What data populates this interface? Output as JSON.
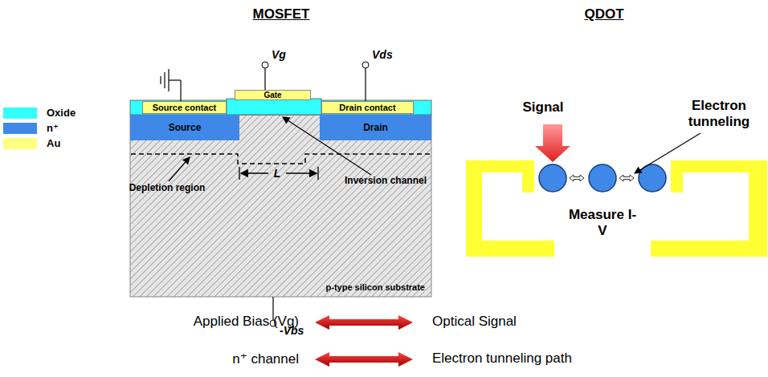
{
  "diagram": {
    "nodes": [
      {
        "text": [
          "Gate"
        ]
      },
      {
        "text": [
          "Source contact"
        ]
      },
      {
        "text": [
          "Drain contact"
        ]
      },
      {
        "text": [
          "Source"
        ]
      },
      {
        "text": [
          "Drain"
        ]
      },
      {
        "text": [
          "p-type silicon substrate"
        ]
      }
    ],
    "labels": [
      "MOSFET",
      "QDOT",
      "Vg",
      "Vds",
      "-Vbs",
      "L",
      "Depletion region",
      "Inversion channel",
      "Signal",
      "Electron tunneling",
      "Measure I-V",
      "Applied Bias (Vg)",
      "Optical Signal",
      "n⁺ channel",
      "Electron tunneling path"
    ],
    "legend": [
      {
        "text": "Oxide",
        "color": "#33ffff"
      },
      {
        "text": "n⁺",
        "color": "#3f88e8"
      },
      {
        "text": "Au",
        "color": "#ffff80"
      }
    ]
  }
}
